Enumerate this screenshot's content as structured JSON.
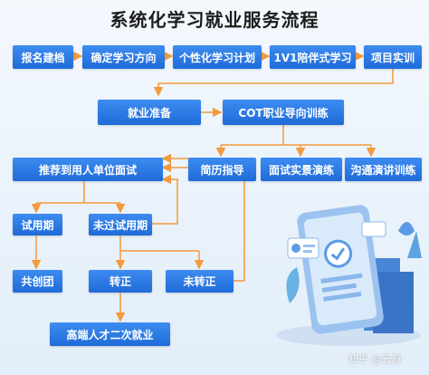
{
  "title": "系统化学习就业服务流程",
  "colors": {
    "box": "#2a78e4",
    "line": "#f39a3c",
    "title": "#1c1c1c"
  },
  "steps_row1": [
    "报名建档",
    "确定学习方向",
    "个性化学习计划",
    "1V1陪伴式学习",
    "项目实训"
  ],
  "employment_prep": "就业准备",
  "cot_guidance": "COT职业导向训练",
  "cot_sub": [
    "简历指导",
    "面试实景演练",
    "沟通演讲训练"
  ],
  "recommend": "推荐到用人单位面试",
  "probation": "试用期",
  "failed_probation": "未过试用期",
  "win_win": "共创团",
  "regular": "转正",
  "not_regular": "未转正",
  "reemployment": "高端人才二次就业",
  "watermark": "知乎 @云叔"
}
